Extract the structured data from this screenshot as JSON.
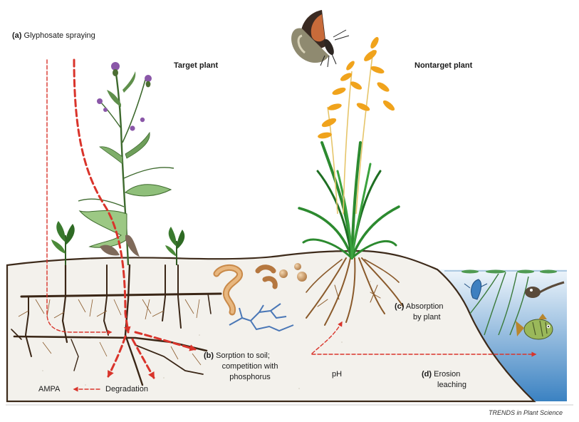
{
  "panel_a": {
    "letter": "(a)",
    "text": "Glyphosate spraying"
  },
  "titles": {
    "target": "Target plant",
    "nontarget": "Nontarget plant"
  },
  "panel_b": {
    "letter": "(b)",
    "line1": "Sorption to soil;",
    "line2": "competition with",
    "line3": "phosphorus"
  },
  "panel_c": {
    "letter": "(c)",
    "line1": "Absorption",
    "line2": "by plant"
  },
  "panel_d": {
    "letter": "(d)",
    "line1": "Erosion",
    "line2": "leaching"
  },
  "labels": {
    "ampa": "AMPA",
    "degradation": "Degradation",
    "ph": "pH"
  },
  "credit": "TRENDS in Plant Science",
  "colors": {
    "arrow": "#d9342b",
    "soil": "#f3f1ec",
    "root": "#3a2616",
    "brown_root": "#8a5a2b",
    "water_top": "#eaf3fb",
    "water_bottom": "#3b84c4",
    "grass": "#2c8a2f",
    "grain": "#f0a31c",
    "thistle": "#7fae6a",
    "flower": "#8a57a8"
  }
}
